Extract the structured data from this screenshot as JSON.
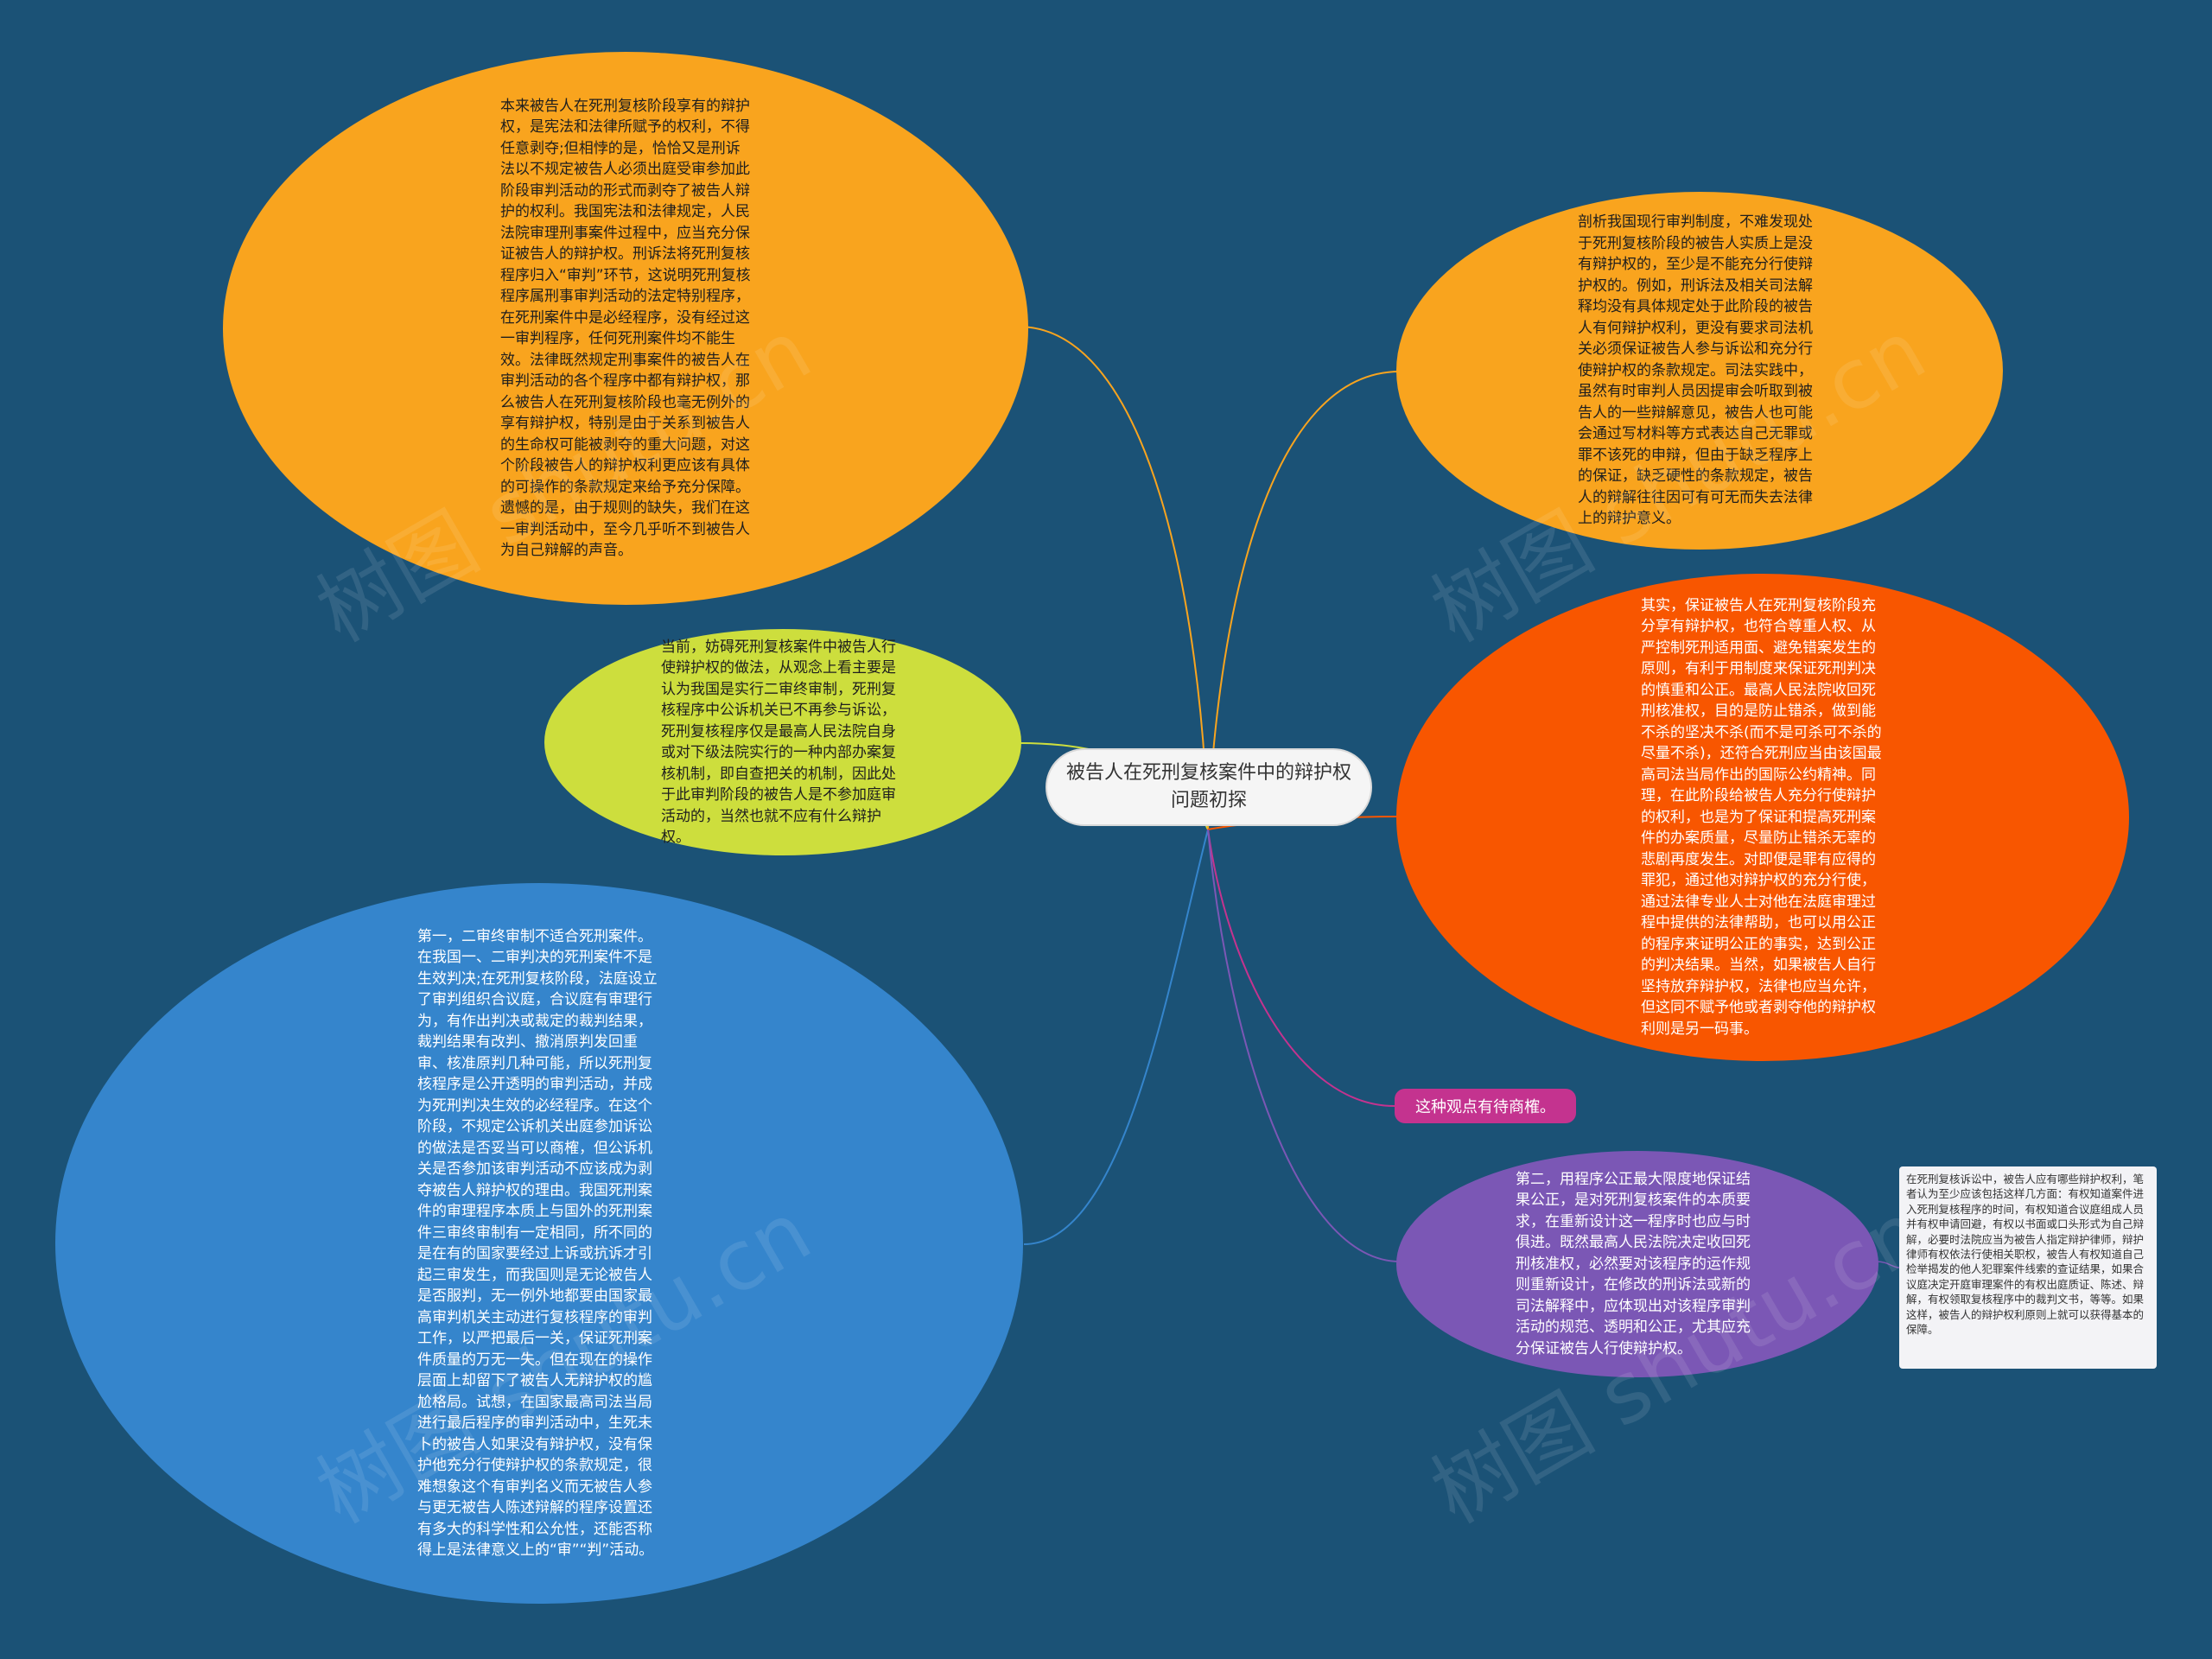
{
  "central": {
    "text": "被告人在死刑复核案件中的辩护权问题初探"
  },
  "nodes": {
    "top_left": "本来被告人在死刑复核阶段享有的辩护权，是宪法和法律所赋予的权利，不得任意剥夺;但相悖的是，恰恰又是刑诉法以不规定被告人必须出庭受审参加此阶段审判活动的形式而剥夺了被告人辩护的权利。我国宪法和法律规定，人民法院审理刑事案件过程中，应当充分保证被告人的辩护权。刑诉法将死刑复核程序归入“审判”环节，这说明死刑复核程序属刑事审判活动的法定特别程序，在死刑案件中是必经程序，没有经过这一审判程序，任何死刑案件均不能生效。法律既然规定刑事案件的被告人在审判活动的各个程序中都有辩护权，那么被告人在死刑复核阶段也毫无例外的享有辩护权，特别是由于关系到被告人的生命权可能被剥夺的重大问题，对这个阶段被告人的辩护权利更应该有具体的可操作的条款规定来给予充分保障。遗憾的是，由于规则的缺失，我们在这一审判活动中，至今几乎听不到被告人为自己辩解的声音。",
    "mid_left": "当前，妨碍死刑复核案件中被告人行使辩护权的做法，从观念上看主要是认为我国是实行二审终审制，死刑复核程序中公诉机关已不再参与诉讼，死刑复核程序仅是最高人民法院自身或对下级法院实行的一种内部办案复核机制，即自查把关的机制，因此处于此审判阶段的被告人是不参加庭审活动的，当然也就不应有什么辩护权。",
    "bottom_left": "第一，二审终审制不适合死刑案件。在我国一、二审判决的死刑案件不是生效判决;在死刑复核阶段，法庭设立了审判组织合议庭，合议庭有审理行为，有作出判决或裁定的裁判结果，裁判结果有改判、撤消原判发回重审、核准原判几种可能，所以死刑复核程序是公开透明的审判活动，并成为死刑判决生效的必经程序。在这个阶段，不规定公诉机关出庭参加诉讼的做法是否妥当可以商榷，但公诉机关是否参加该审判活动不应该成为剥夺被告人辩护权的理由。我国死刑案件的审理程序本质上与国外的死刑案件三审终审制有一定相同，所不同的是在有的国家要经过上诉或抗诉才引起三审发生，而我国则是无论被告人是否服判，无一例外地都要由国家最高审判机关主动进行复核程序的审判工作，以严把最后一关，保证死刑案件质量的万无一失。但在现在的操作层面上却留下了被告人无辩护权的尴尬格局。试想，在国家最高司法当局进行最后程序的审判活动中，生死未卜的被告人如果没有辩护权，没有保护他充分行使辩护权的条款规定，很难想象这个有审判名义而无被告人参与更无被告人陈述辩解的程序设置还有多大的科学性和公允性，还能否称得上是法律意义上的“审”“判”活动。",
    "top_right": "剖析我国现行审判制度，不难发现处于死刑复核阶段的被告人实质上是没有辩护权的，至少是不能充分行使辩护权的。例如，刑诉法及相关司法解释均没有具体规定处于此阶段的被告人有何辩护权利，更没有要求司法机关必须保证被告人参与诉讼和充分行使辩护权的条款规定。司法实践中，虽然有时审判人员因提审会听取到被告人的一些辩解意见，被告人也可能会通过写材料等方式表达自己无罪或罪不该死的申辩，但由于缺乏程序上的保证，缺乏硬性的条款规定，被告人的辩解往往因可有可无而失去法律上的辩护意义。",
    "mid_right": "其实，保证被告人在死刑复核阶段充分享有辩护权，也符合尊重人权、从严控制死刑适用面、避免错案发生的原则，有利于用制度来保证死刑判决的慎重和公正。最高人民法院收回死刑核准权，目的是防止错杀，做到能不杀的坚决不杀(而不是可杀可不杀的尽量不杀)，还符合死刑应当由该国最高司法当局作出的国际公约精神。同理，在此阶段给被告人充分行使辩护的权利，也是为了保证和提高死刑案件的办案质量，尽量防止错杀无辜的悲剧再度发生。对即便是罪有应得的罪犯，通过他对辩护权的充分行使，通过法律专业人士对他在法庭审理过程中提供的法律帮助，也可以用公正的程序来证明公正的事实，达到公正的判决结果。当然，如果被告人自行坚持放弃辩护权，法律也应当允许，但这同不赋予他或者剥夺他的辩护权利则是另一码事。",
    "tag": "这种观点有待商榷。",
    "bottom_right": "第二，用程序公正最大限度地保证结果公正，是对死刑复核案件的本质要求，在重新设计这一程序时也应与时俱进。既然最高人民法院决定收回死刑核准权，必然要对该程序的运作规则重新设计，在修改的刑诉法或新的司法解释中，应体现出对该程序审判活动的规范、透明和公正，尤其应充分保证被告人行使辩护权。",
    "note": "在死刑复核诉讼中，被告人应有哪些辩护权利，笔者认为至少应该包括这样几方面：有权知道案件进入死刑复核程序的时间，有权知道合议庭组成人员并有权申请回避，有权以书面或口头形式为自己辩解，必要时法院应当为被告人指定辩护律师，辩护律师有权依法行使相关职权，被告人有权知道自己检举揭发的他人犯罪案件线索的查证结果，如果合议庭决定开庭审理案件的有权出庭质证、陈述、辩解，有权领取复核程序中的裁判文书，等等。如果这样，被告人的辩护权利原则上就可以获得基本的保障。"
  },
  "colors": {
    "background": "#1b5276",
    "orange": "#f9a41e",
    "red_orange": "#f85600",
    "lime": "#cdde3d",
    "blue": "#3585cc",
    "purple": "#7b57b5",
    "magenta": "#c4338f",
    "central_fill": "#f5f5f5"
  },
  "watermark": "树图 shutu.cn"
}
